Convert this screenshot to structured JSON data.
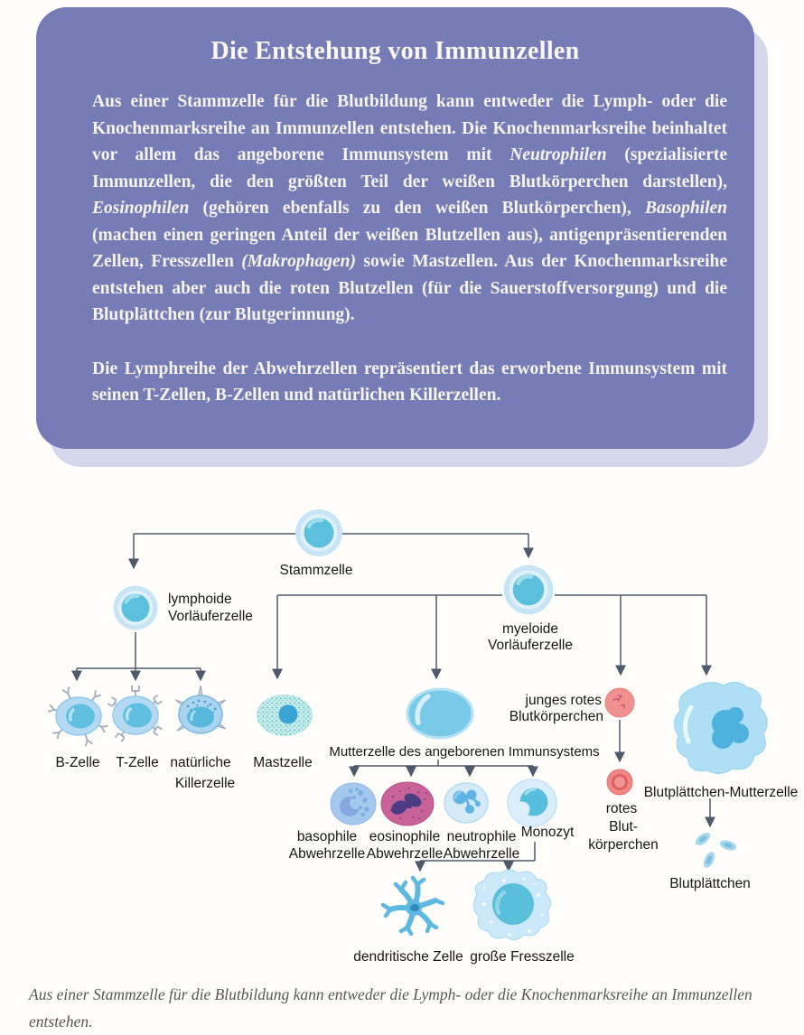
{
  "colors": {
    "box_background": "#767cb5",
    "box_shadow": "#d5d8ec",
    "box_text": "#f6f4ec",
    "page_background": "#fffefa",
    "connector": "#4e5a6a",
    "label_text": "#161616",
    "caption_text": "#565656",
    "cell_core_blue": "#5cc0dd",
    "cell_halo_blue": "#cde8f7",
    "mast_teal": "#7fd0d0",
    "eosinophil_pink": "#c8639a",
    "red_blood_cell": "#ee8585"
  },
  "info_box": {
    "title": "Die Entstehung von Immunzellen",
    "paragraph1": [
      {
        "text": "Aus einer Stammzelle für die Blutbildung kann entweder die Lymph- oder die Knochenmarksreihe an Immunzellen entstehen. Die Knochenmarksreihe beinhaltet vor allem das angeborene Immunsystem mit ",
        "italic": false
      },
      {
        "text": "Neutrophilen",
        "italic": true
      },
      {
        "text": " (spezialisierte Immunzellen, die den größten Teil der weißen Blutkörperchen darstellen), ",
        "italic": false
      },
      {
        "text": "Eosinophilen",
        "italic": true
      },
      {
        "text": " (gehören ebenfalls zu den weißen Blutkörperchen), ",
        "italic": false
      },
      {
        "text": "Basophilen",
        "italic": true
      },
      {
        "text": " (machen einen geringen Anteil der weißen Blutzellen aus), antigenpräsentierenden Zellen, Fresszellen ",
        "italic": false
      },
      {
        "text": "(Makrophagen)",
        "italic": true
      },
      {
        "text": " sowie Mastzellen. Aus der Knochenmarksreihe entstehen aber auch die roten Blutzellen (für die Sauerstoffversorgung) und die Blutplättchen (zur Blutgerinnung).",
        "italic": false
      }
    ],
    "paragraph2": "Die Lymphreihe der Abwehrzellen repräsentiert das erworbene Immunsystem mit seinen T-Zellen, B-Zellen und natürlichen Killerzellen."
  },
  "diagram": {
    "labels": {
      "stammzelle": "Stammzelle",
      "lymphoide": [
        "lymphoide",
        "Vorläuferzelle"
      ],
      "myeloide": [
        "myeloide",
        "Vorläuferzelle"
      ],
      "b_zelle": "B-Zelle",
      "t_zelle": "T-Zelle",
      "nk": [
        "natürliche",
        "Killerzelle"
      ],
      "mastzelle": "Mastzelle",
      "mutterzelle": "Mutterzelle des angeborenen Immunsystems",
      "basophile": [
        "basophile",
        "Abwehrzelle"
      ],
      "eosinophile": [
        "eosinophile",
        "Abwehrzelle"
      ],
      "neutrophile": [
        "neutrophile",
        "Abwehrzelle"
      ],
      "monozyt": "Monozyt",
      "junges_rotes": [
        "junges rotes",
        "Blutkörperchen"
      ],
      "rotes": [
        "rotes",
        "Blut-",
        "körperchen"
      ],
      "blutplaettchen_mutterzelle": "Blutplättchen-Mutterzelle",
      "blutplaettchen": "Blutplättchen",
      "dendritische": "dendritische Zelle",
      "fresszelle": "große Fresszelle"
    }
  },
  "caption": {
    "text": "Aus einer Stammzelle für die Blutbildung kann entweder die Lymph- oder die Knochenmarksreihe an Immunzellen entstehen."
  }
}
